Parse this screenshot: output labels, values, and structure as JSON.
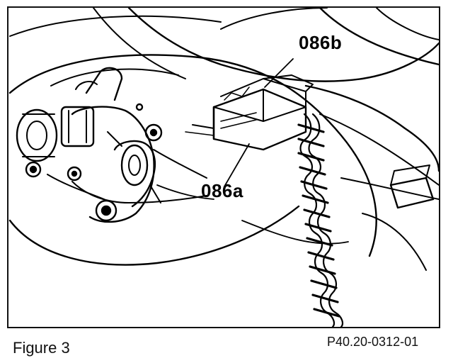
{
  "figure": {
    "labels": {
      "part_b": "086b",
      "part_a": "086a"
    },
    "caption": "Figure 3",
    "reference_code": "P40.20-0312-01"
  }
}
